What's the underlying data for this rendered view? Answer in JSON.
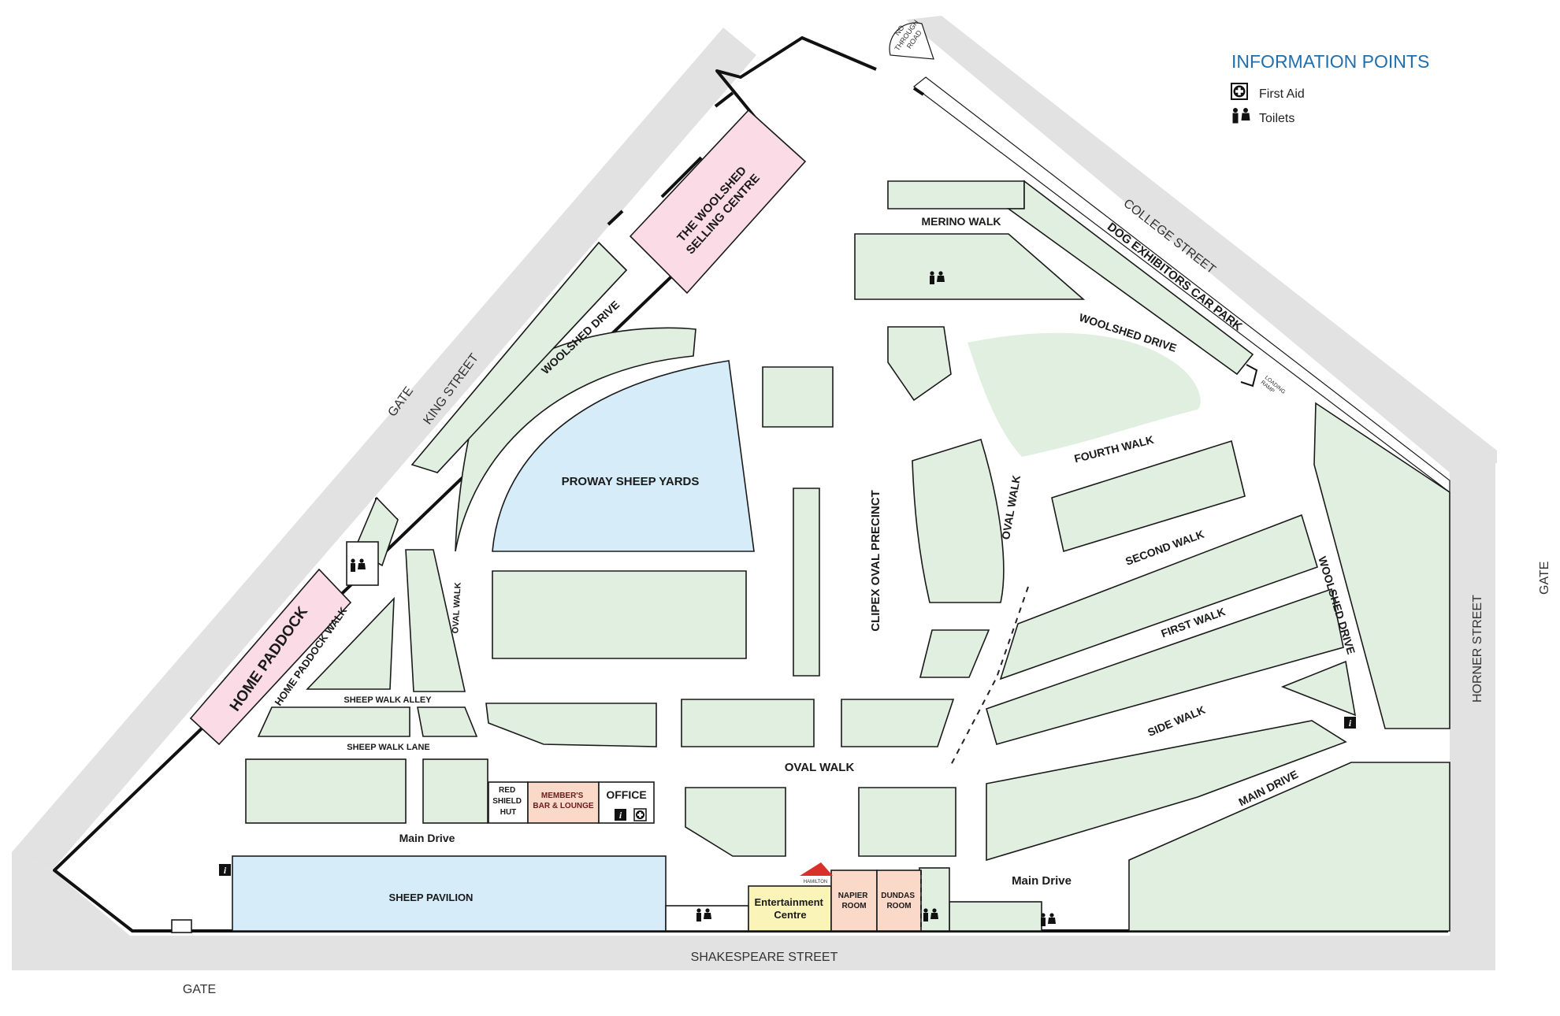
{
  "legend": {
    "title": "INFORMATION POINTS",
    "items": [
      {
        "icon": "first-aid-icon",
        "label": "First Aid"
      },
      {
        "icon": "toilets-icon",
        "label": "Toilets"
      }
    ]
  },
  "streets": {
    "king": "KING STREET",
    "college": "COLLEGE STREET",
    "horner": "HORNER STREET",
    "shakespeare": "SHAKESPEARE STREET",
    "no_through": [
      "NO",
      "THROUGH",
      "ROAD"
    ],
    "gate": "GATE"
  },
  "areas": {
    "woolshed_selling": [
      "THE WOOLSHED",
      "SELLING CENTRE"
    ],
    "home_paddock": "HOME PADDOCK",
    "proway": "PROWAY SHEEP YARDS",
    "sheep_pavilion": "SHEEP PAVILION",
    "entertainment": [
      "Entertainment",
      "Centre"
    ],
    "napier": [
      "NAPIER",
      "ROOM"
    ],
    "dundas": [
      "DUNDAS",
      "ROOM"
    ],
    "red_shield": [
      "RED",
      "SHIELD",
      "HUT"
    ],
    "members_bar": [
      "MEMBER'S",
      "BAR & LOUNGE"
    ],
    "office": "OFFICE",
    "dog_car_park": "DOG EXHIBITORS CAR PARK",
    "clipex": "CLIPEX OVAL PRECINCT",
    "loading_ramp": [
      "LOADING",
      "RAMP"
    ],
    "hamilton_logo": "HAMILTON"
  },
  "walks": {
    "woolshed_drive": "WOOLSHED DRIVE",
    "merino_walk": "MERINO WALK",
    "oval_walk": "OVAL WALK",
    "fourth_walk": "FOURTH WALK",
    "second_walk": "SECOND WALK",
    "first_walk": "FIRST WALK",
    "side_walk": "SIDE WALK",
    "main_drive_caps": "MAIN DRIVE",
    "main_drive": "Main Drive",
    "home_paddock_walk": "HOME PADDOCK WALK",
    "sheep_walk_alley": "SHEEP WALK ALLEY",
    "sheep_walk_lane": "SHEEP WALK LANE"
  }
}
